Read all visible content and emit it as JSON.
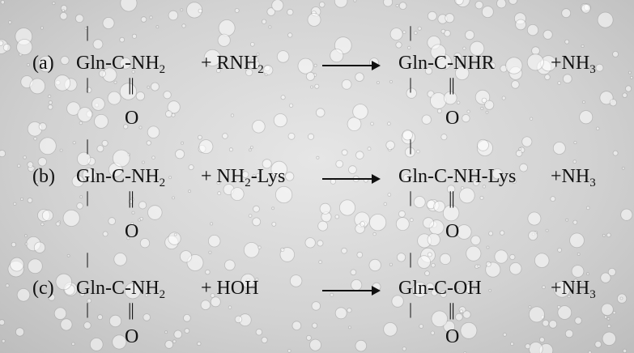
{
  "reactions": [
    {
      "label": "(a)",
      "reactant_main": "Gln-C-NH",
      "reactant_sub": "2",
      "plus_reagent": "+ RNH",
      "plus_reagent_sub": "2",
      "plus_reagent_tail": "",
      "product": "Gln-C-NHR",
      "byproduct": "+NH",
      "byproduct_sub": "3",
      "carbonyl_o": "O",
      "product_carbonyl_o": "O"
    },
    {
      "label": "(b)",
      "reactant_main": "Gln-C-NH",
      "reactant_sub": "2",
      "plus_reagent": "+ NH",
      "plus_reagent_sub": "2",
      "plus_reagent_tail": "-Lys",
      "product": "Gln-C-NH-Lys",
      "byproduct": "+NH",
      "byproduct_sub": "3",
      "carbonyl_o": "O",
      "product_carbonyl_o": "O"
    },
    {
      "label": "(c)",
      "reactant_main": "Gln-C-NH",
      "reactant_sub": "2",
      "plus_reagent": "+ HOH",
      "plus_reagent_sub": "",
      "plus_reagent_tail": "",
      "product": "Gln-C-OH",
      "byproduct": "+NH",
      "byproduct_sub": "3",
      "carbonyl_o": "O",
      "product_carbonyl_o": "O"
    }
  ],
  "bond_glyphs": {
    "single": "|",
    "double": "||"
  },
  "colors": {
    "text": "#111111",
    "background": "#d6d6d6"
  }
}
